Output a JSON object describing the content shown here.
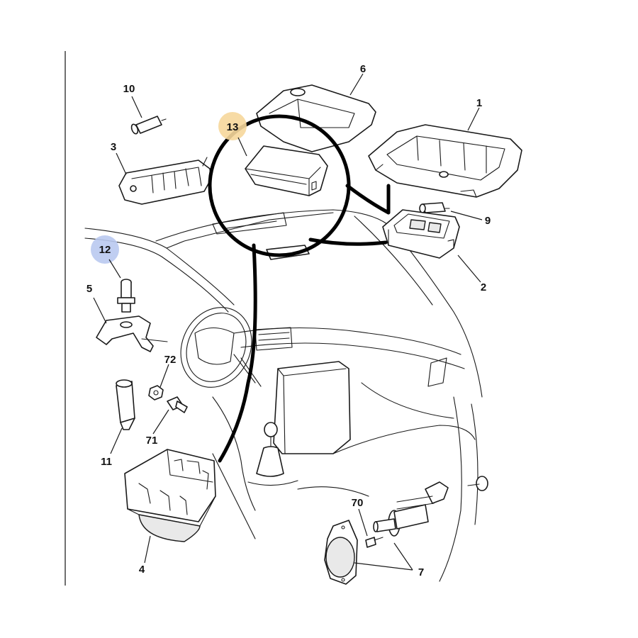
{
  "diagram": {
    "callouts": [
      {
        "id": "1",
        "label": "1"
      },
      {
        "id": "2",
        "label": "2"
      },
      {
        "id": "3",
        "label": "3"
      },
      {
        "id": "4",
        "label": "4"
      },
      {
        "id": "5",
        "label": "5"
      },
      {
        "id": "6",
        "label": "6"
      },
      {
        "id": "7",
        "label": "7"
      },
      {
        "id": "9",
        "label": "9"
      },
      {
        "id": "10",
        "label": "10"
      },
      {
        "id": "11",
        "label": "11"
      },
      {
        "id": "12",
        "label": "12"
      },
      {
        "id": "13",
        "label": "13"
      },
      {
        "id": "70",
        "label": "70"
      },
      {
        "id": "71",
        "label": "71"
      },
      {
        "id": "72",
        "label": "72"
      }
    ],
    "highlight_colors": {
      "label_12": "#b9c9ef",
      "label_13": "#f6d79b"
    }
  }
}
